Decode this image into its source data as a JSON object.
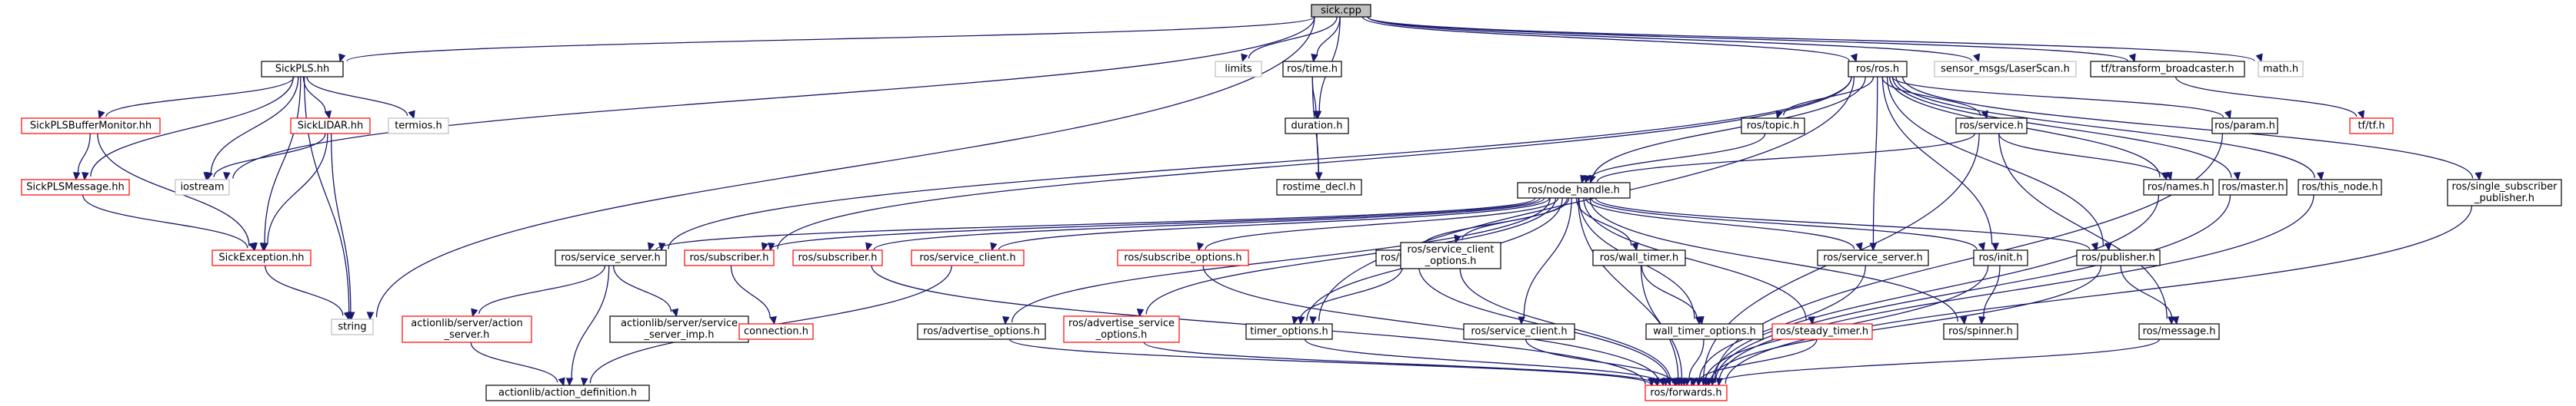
{
  "colors": {
    "edge": "#191970",
    "border_normal": "#000000",
    "border_missing": "#ff0000",
    "border_plain": "#bfbfbf",
    "fill_root": "#bfbfbf",
    "fill_normal": "#ffffff",
    "text_plain": "#555555"
  },
  "nodes": [
    {
      "id": "sick_cpp",
      "lines": [
        "sick.cpp"
      ],
      "kind": "root"
    },
    {
      "id": "sickpls_hh",
      "lines": [
        "SickPLS.hh"
      ],
      "kind": "normal"
    },
    {
      "id": "limits",
      "lines": [
        "limits"
      ],
      "kind": "plain"
    },
    {
      "id": "ros_time_h",
      "lines": [
        "ros/time.h"
      ],
      "kind": "normal"
    },
    {
      "id": "ros_ros_h",
      "lines": [
        "ros/ros.h"
      ],
      "kind": "normal"
    },
    {
      "id": "laserscan_h",
      "lines": [
        "sensor_msgs/LaserScan.h"
      ],
      "kind": "plain"
    },
    {
      "id": "tf_broadcaster_h",
      "lines": [
        "tf/transform_broadcaster.h"
      ],
      "kind": "normal"
    },
    {
      "id": "math_h",
      "lines": [
        "math.h"
      ],
      "kind": "plain"
    },
    {
      "id": "tf_tf_h",
      "lines": [
        "tf/tf.h"
      ],
      "kind": "missing"
    },
    {
      "id": "buffermonitor_hh",
      "lines": [
        "SickPLSBufferMonitor.hh"
      ],
      "kind": "missing"
    },
    {
      "id": "sicklidar_hh",
      "lines": [
        "SickLIDAR.hh"
      ],
      "kind": "missing"
    },
    {
      "id": "termios_h",
      "lines": [
        "termios.h"
      ],
      "kind": "plain"
    },
    {
      "id": "iostream",
      "lines": [
        "iostream"
      ],
      "kind": "plain"
    },
    {
      "id": "sickplsmessage_hh",
      "lines": [
        "SickPLSMessage.hh"
      ],
      "kind": "missing"
    },
    {
      "id": "sickexception_hh",
      "lines": [
        "SickException.hh"
      ],
      "kind": "missing"
    },
    {
      "id": "string",
      "lines": [
        "string"
      ],
      "kind": "plain"
    },
    {
      "id": "duration_h",
      "lines": [
        "duration.h"
      ],
      "kind": "normal"
    },
    {
      "id": "rostime_decl_h",
      "lines": [
        "rostime_decl.h"
      ],
      "kind": "normal"
    },
    {
      "id": "ros_topic_h",
      "lines": [
        "ros/topic.h"
      ],
      "kind": "normal"
    },
    {
      "id": "ros_service_h",
      "lines": [
        "ros/service.h"
      ],
      "kind": "normal"
    },
    {
      "id": "ros_param_h",
      "lines": [
        "ros/param.h"
      ],
      "kind": "normal"
    },
    {
      "id": "single_subscriber_publisher_h",
      "lines": [
        "ros/single_subscriber",
        "_publisher.h"
      ],
      "kind": "normal"
    },
    {
      "id": "ros_node_handle_h",
      "lines": [
        "ros/node_handle.h"
      ],
      "kind": "normal"
    },
    {
      "id": "ros_names_h",
      "lines": [
        "ros/names.h"
      ],
      "kind": "normal"
    },
    {
      "id": "ros_master_h",
      "lines": [
        "ros/master.h"
      ],
      "kind": "normal"
    },
    {
      "id": "ros_this_node_h",
      "lines": [
        "ros/this_node.h"
      ],
      "kind": "normal"
    },
    {
      "id": "ros_service_server_h_l",
      "lines": [
        "ros/service_server.h"
      ],
      "kind": "normal"
    },
    {
      "id": "ros_subscriber_h_1",
      "lines": [
        "ros/subscriber.h"
      ],
      "kind": "missing"
    },
    {
      "id": "ros_subscriber_h_2",
      "lines": [
        "ros/subscriber.h"
      ],
      "kind": "missing"
    },
    {
      "id": "ros_service_client_h_r",
      "lines": [
        "ros/service_client.h"
      ],
      "kind": "missing"
    },
    {
      "id": "ros_subscribe_options_h",
      "lines": [
        "ros/subscribe_options.h"
      ],
      "kind": "missing"
    },
    {
      "id": "ros_timer_h",
      "lines": [
        "ros/timer.h"
      ],
      "kind": "normal"
    },
    {
      "id": "ros_service_client_options_h",
      "lines": [
        "ros/service_client",
        "_options.h"
      ],
      "kind": "normal"
    },
    {
      "id": "ros_wall_timer_h",
      "lines": [
        "ros/wall_timer.h"
      ],
      "kind": "normal"
    },
    {
      "id": "ros_service_server_h_r",
      "lines": [
        "ros/service_server.h"
      ],
      "kind": "normal"
    },
    {
      "id": "ros_init_h",
      "lines": [
        "ros/init.h"
      ],
      "kind": "normal"
    },
    {
      "id": "ros_publisher_h",
      "lines": [
        "ros/publisher.h"
      ],
      "kind": "normal"
    },
    {
      "id": "action_server_h",
      "lines": [
        "actionlib/server/action",
        "_server.h"
      ],
      "kind": "missing"
    },
    {
      "id": "service_server_imp_h",
      "lines": [
        "actionlib/server/service",
        "_server_imp.h"
      ],
      "kind": "normal"
    },
    {
      "id": "connection_h",
      "lines": [
        "connection.h"
      ],
      "kind": "missing"
    },
    {
      "id": "ros_advertise_options_h",
      "lines": [
        "ros/advertise_options.h"
      ],
      "kind": "normal"
    },
    {
      "id": "ros_advertise_service_options_h",
      "lines": [
        "ros/advertise_service",
        "_options.h"
      ],
      "kind": "missing"
    },
    {
      "id": "timer_options_h",
      "lines": [
        "timer_options.h"
      ],
      "kind": "normal"
    },
    {
      "id": "ros_service_client_h_b",
      "lines": [
        "ros/service_client.h"
      ],
      "kind": "normal"
    },
    {
      "id": "wall_timer_options_h",
      "lines": [
        "wall_timer_options.h"
      ],
      "kind": "normal"
    },
    {
      "id": "ros_steady_timer_h",
      "lines": [
        "ros/steady_timer.h"
      ],
      "kind": "missing"
    },
    {
      "id": "ros_spinner_h",
      "lines": [
        "ros/spinner.h"
      ],
      "kind": "normal"
    },
    {
      "id": "ros_message_h",
      "lines": [
        "ros/message.h"
      ],
      "kind": "normal"
    },
    {
      "id": "action_definition_h",
      "lines": [
        "actionlib/action_definition.h"
      ],
      "kind": "normal"
    },
    {
      "id": "ros_forwards_h",
      "lines": [
        "ros/forwards.h"
      ],
      "kind": "missing"
    }
  ],
  "edges": [
    [
      "sick_cpp",
      "sickpls_hh"
    ],
    [
      "sick_cpp",
      "limits"
    ],
    [
      "sick_cpp",
      "ros_time_h"
    ],
    [
      "sick_cpp",
      "duration_h"
    ],
    [
      "sick_cpp",
      "ros_ros_h"
    ],
    [
      "sick_cpp",
      "laserscan_h"
    ],
    [
      "sick_cpp",
      "tf_broadcaster_h"
    ],
    [
      "sick_cpp",
      "math_h"
    ],
    [
      "sick_cpp",
      "string"
    ],
    [
      "sick_cpp",
      "iostream"
    ],
    [
      "tf_broadcaster_h",
      "tf_tf_h"
    ],
    [
      "sickpls_hh",
      "buffermonitor_hh"
    ],
    [
      "sickpls_hh",
      "sicklidar_hh"
    ],
    [
      "sickpls_hh",
      "termios_h"
    ],
    [
      "sickpls_hh",
      "iostream"
    ],
    [
      "sickpls_hh",
      "sickplsmessage_hh"
    ],
    [
      "sickpls_hh",
      "sickexception_hh"
    ],
    [
      "sickpls_hh",
      "string"
    ],
    [
      "buffermonitor_hh",
      "sickplsmessage_hh"
    ],
    [
      "buffermonitor_hh",
      "sickexception_hh"
    ],
    [
      "sicklidar_hh",
      "iostream"
    ],
    [
      "sicklidar_hh",
      "sickexception_hh"
    ],
    [
      "sicklidar_hh",
      "string"
    ],
    [
      "sickplsmessage_hh",
      "sickexception_hh"
    ],
    [
      "sickexception_hh",
      "string"
    ],
    [
      "ros_time_h",
      "duration_h"
    ],
    [
      "ros_time_h",
      "rostime_decl_h"
    ],
    [
      "duration_h",
      "rostime_decl_h"
    ],
    [
      "ros_ros_h",
      "ros_topic_h"
    ],
    [
      "ros_ros_h",
      "ros_service_h"
    ],
    [
      "ros_ros_h",
      "ros_param_h"
    ],
    [
      "ros_ros_h",
      "single_subscriber_publisher_h"
    ],
    [
      "ros_ros_h",
      "ros_node_handle_h"
    ],
    [
      "ros_ros_h",
      "ros_names_h"
    ],
    [
      "ros_ros_h",
      "ros_master_h"
    ],
    [
      "ros_ros_h",
      "ros_this_node_h"
    ],
    [
      "ros_ros_h",
      "ros_init_h"
    ],
    [
      "ros_ros_h",
      "ros_publisher_h"
    ],
    [
      "ros_ros_h",
      "ros_service_server_h_r"
    ],
    [
      "ros_ros_h",
      "ros_subscriber_h_1"
    ],
    [
      "ros_ros_h",
      "ros_service_server_h_l"
    ],
    [
      "ros_ros_h",
      "timer_options_h"
    ],
    [
      "ros_topic_h",
      "ros_node_handle_h"
    ],
    [
      "ros_service_h",
      "ros_node_handle_h"
    ],
    [
      "ros_service_h",
      "ros_names_h"
    ],
    [
      "ros_service_h",
      "ros_message_h"
    ],
    [
      "ros_service_h",
      "ros_forwards_h"
    ],
    [
      "ros_param_h",
      "ros_forwards_h"
    ],
    [
      "ros_master_h",
      "ros_forwards_h"
    ],
    [
      "ros_this_node_h",
      "ros_forwards_h"
    ],
    [
      "ros_names_h",
      "ros_forwards_h"
    ],
    [
      "single_subscriber_publisher_h",
      "ros_forwards_h"
    ],
    [
      "ros_node_handle_h",
      "ros_service_server_h_l"
    ],
    [
      "ros_node_handle_h",
      "ros_subscriber_h_1"
    ],
    [
      "ros_node_handle_h",
      "ros_subscriber_h_2"
    ],
    [
      "ros_node_handle_h",
      "ros_service_client_h_r"
    ],
    [
      "ros_node_handle_h",
      "ros_subscribe_options_h"
    ],
    [
      "ros_node_handle_h",
      "ros_timer_h"
    ],
    [
      "ros_node_handle_h",
      "ros_service_client_options_h"
    ],
    [
      "ros_node_handle_h",
      "ros_wall_timer_h"
    ],
    [
      "ros_node_handle_h",
      "ros_service_server_h_r"
    ],
    [
      "ros_node_handle_h",
      "ros_init_h"
    ],
    [
      "ros_node_handle_h",
      "ros_publisher_h"
    ],
    [
      "ros_node_handle_h",
      "ros_advertise_options_h"
    ],
    [
      "ros_node_handle_h",
      "ros_advertise_service_options_h"
    ],
    [
      "ros_node_handle_h",
      "timer_options_h"
    ],
    [
      "ros_node_handle_h",
      "ros_service_client_h_b"
    ],
    [
      "ros_node_handle_h",
      "wall_timer_options_h"
    ],
    [
      "ros_node_handle_h",
      "ros_steady_timer_h"
    ],
    [
      "ros_node_handle_h",
      "ros_spinner_h"
    ],
    [
      "ros_node_handle_h",
      "ros_forwards_h"
    ],
    [
      "ros_service_server_h_l",
      "action_server_h"
    ],
    [
      "ros_service_server_h_l",
      "service_server_imp_h"
    ],
    [
      "ros_service_server_h_l",
      "action_definition_h"
    ],
    [
      "action_server_h",
      "action_definition_h"
    ],
    [
      "ros_service_client_h_r",
      "action_definition_h"
    ],
    [
      "ros_subscriber_h_1",
      "connection_h"
    ],
    [
      "ros_subscriber_h_2",
      "ros_forwards_h"
    ],
    [
      "ros_subscribe_options_h",
      "ros_forwards_h"
    ],
    [
      "ros_timer_h",
      "timer_options_h"
    ],
    [
      "ros_timer_h",
      "ros_forwards_h"
    ],
    [
      "ros_service_client_options_h",
      "ros_forwards_h"
    ],
    [
      "ros_wall_timer_h",
      "wall_timer_options_h"
    ],
    [
      "ros_wall_timer_h",
      "ros_forwards_h"
    ],
    [
      "ros_service_server_h_r",
      "ros_forwards_h"
    ],
    [
      "ros_init_h",
      "ros_spinner_h"
    ],
    [
      "ros_init_h",
      "ros_forwards_h"
    ],
    [
      "ros_publisher_h",
      "ros_message_h"
    ],
    [
      "ros_publisher_h",
      "ros_forwards_h"
    ],
    [
      "ros_advertise_options_h",
      "ros_forwards_h"
    ],
    [
      "ros_advertise_service_options_h",
      "ros_forwards_h"
    ],
    [
      "timer_options_h",
      "ros_forwards_h"
    ],
    [
      "ros_service_client_h_b",
      "ros_forwards_h"
    ],
    [
      "wall_timer_options_h",
      "ros_forwards_h"
    ],
    [
      "ros_steady_timer_h",
      "ros_forwards_h"
    ],
    [
      "ros_message_h",
      "ros_forwards_h"
    ]
  ]
}
